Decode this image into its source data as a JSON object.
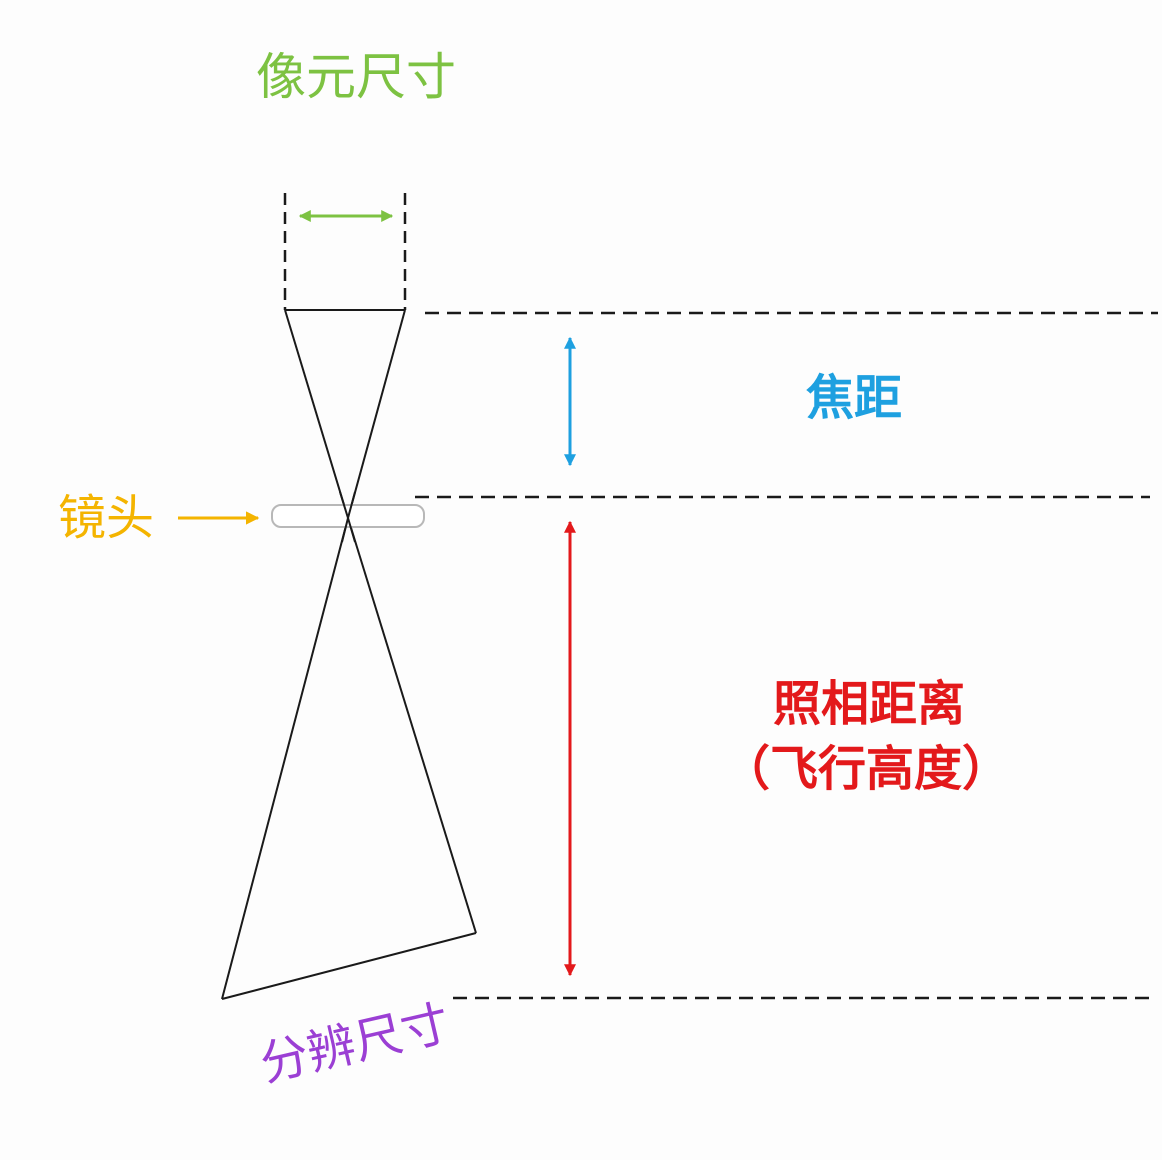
{
  "labels": {
    "pixel_size": "像元尺寸",
    "focal_length": "焦距",
    "lens": "镜头",
    "camera_distance": "照相距离",
    "flight_height": "（飞行高度）",
    "ground_resolution": "分辨尺寸"
  },
  "colors": {
    "pixel_size": "#7dc242",
    "focal_length": "#1ea0e0",
    "lens": "#f4b400",
    "camera_distance": "#e3191b",
    "ground_resolution": "#9b3fd4",
    "lines": "#1a1a1a",
    "lens_outline": "#b8b8b8"
  }
}
